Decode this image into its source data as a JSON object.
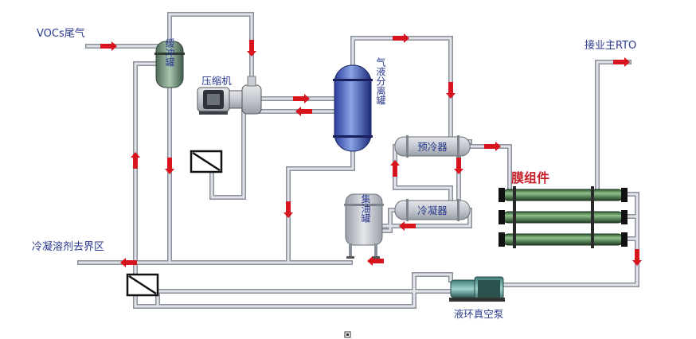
{
  "labels": {
    "vocs_inlet": "VOCs尾气",
    "buffer_tank": "缓冲罐",
    "compressor": "压缩机",
    "separator": "气液分离罐",
    "precooler": "预冷器",
    "condenser": "冷凝器",
    "oil_tank": "集油罐",
    "membrane": "膜组件",
    "rto_outlet": "接业主RTO",
    "solvent_out": "冷凝溶剂去界区",
    "vacuum_pump": "液环真空泵"
  },
  "colors": {
    "pipe": "#c8ccd4",
    "pipe_edge": "#8b919c",
    "arrow": "#d8141e",
    "label_blue": "#2a3a8c",
    "label_red": "#c41e2a"
  },
  "icons": {
    "valve_box": "hatched-valve-box",
    "arrow": "flow-arrow"
  }
}
